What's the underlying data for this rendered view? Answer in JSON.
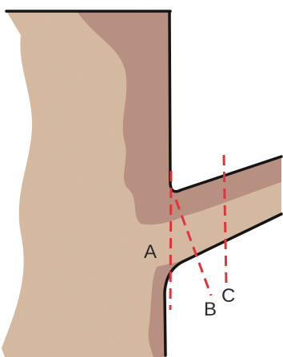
{
  "diagram": {
    "labels": {
      "a": "A",
      "b": "B",
      "c": "C"
    },
    "colors": {
      "background": "#ffffff",
      "light_tissue": "#dcc0a6",
      "dark_tissue": "#b98e80",
      "outline": "#151515",
      "cut_lines": "#e0343a",
      "label_text": "#2a2a2a"
    }
  }
}
